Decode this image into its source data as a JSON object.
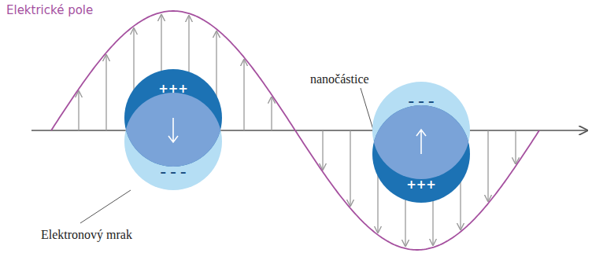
{
  "diagram": {
    "nodes": [
      {
        "text": [
          "+++",
          "– – –"
        ]
      },
      {
        "text": [
          "– – –",
          "+++"
        ]
      }
    ],
    "labels": [
      "Elektrické pole",
      "nanočástice",
      "Elektronový mrak"
    ]
  }
}
